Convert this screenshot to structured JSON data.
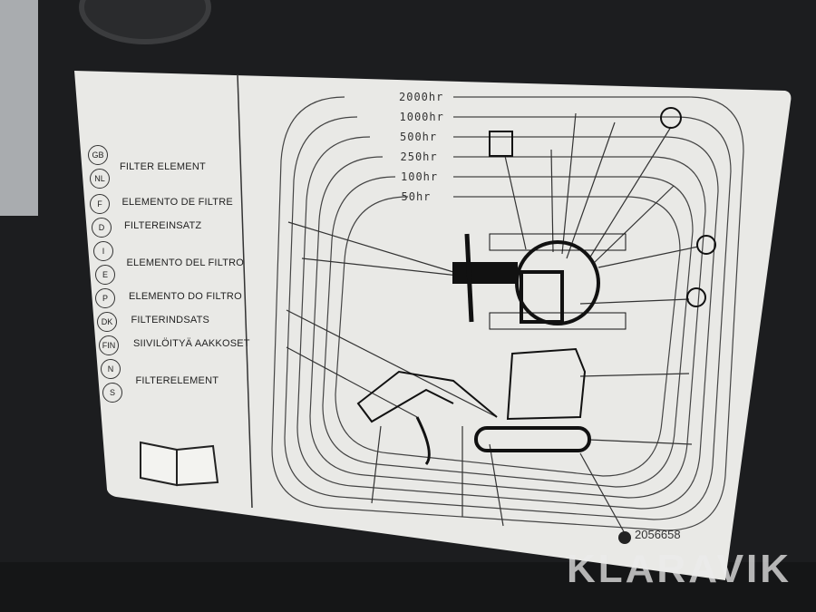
{
  "legend": [
    {
      "codes": [
        "GB",
        "NL"
      ],
      "label": "FILTER ELEMENT"
    },
    {
      "codes": [
        "F"
      ],
      "label": "ELEMENTO DE FILTRE"
    },
    {
      "codes": [
        "D"
      ],
      "label": "FILTEREINSATZ"
    },
    {
      "codes": [
        "I",
        "E"
      ],
      "label": "ELEMENTO DEL FILTRO"
    },
    {
      "codes": [
        "P"
      ],
      "label": "ELEMENTO DO FILTRO"
    },
    {
      "codes": [
        "DK"
      ],
      "label": "FILTERINDSATS"
    },
    {
      "codes": [
        "FIN"
      ],
      "label": "SIIVILÖITYÄ AAKKOSET"
    },
    {
      "codes": [
        "N",
        "S"
      ],
      "label": "FILTERELEMENT"
    }
  ],
  "intervals": [
    "2000hr",
    "1000hr",
    "500hr",
    "250hr",
    "100hr",
    "50hr"
  ],
  "serial": "2056658",
  "watermark": "KLARAVIK",
  "colors": {
    "background": "#1c1d1f",
    "sticker": "#e9e9e6",
    "ink": "#222222"
  }
}
